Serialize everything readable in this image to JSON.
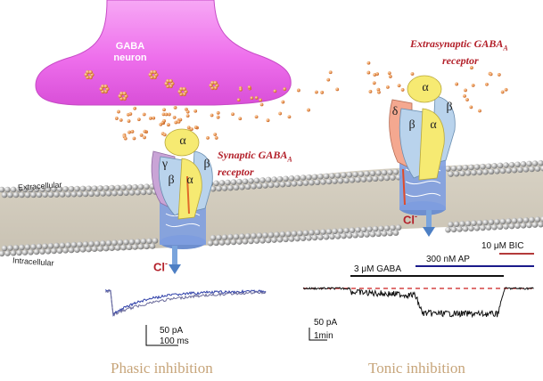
{
  "neuron": {
    "line1": "GABA",
    "line2": "neuron"
  },
  "synaptic_receptor": {
    "line1": "Synaptic GABA",
    "sub": "A",
    "line2": "receptor"
  },
  "extrasynaptic_receptor": {
    "line1": "Extrasynaptic GABA",
    "sub": "A",
    "line2": "receptor"
  },
  "synaptic_subunits": [
    "γ",
    "α",
    "β",
    "α",
    "β"
  ],
  "extrasynaptic_subunits": [
    "δ",
    "α",
    "β",
    "α",
    "β"
  ],
  "membrane": {
    "extracellular": "Extracellular",
    "intracellular": "Intracellular"
  },
  "ion": {
    "symbol": "Cl",
    "charge": "-"
  },
  "phasic": {
    "scale_current": "50 pA",
    "scale_time": "100 ms",
    "caption": "Phasic inhibition"
  },
  "tonic": {
    "gaba_bar": "3 μM GABA",
    "ap_bar": "300 nM AP",
    "bic_bar": "10 μM BIC",
    "scale_current": "50 pA",
    "scale_time": "1min",
    "caption": "Tonic inhibition"
  },
  "colors": {
    "neuron": "#ee77ee",
    "gaba_dot": "#e8904a",
    "subunit_gamma": "#c9a4d6",
    "subunit_alpha": "#f6ea72",
    "subunit_beta": "#b9d3ec",
    "subunit_delta": "#f4a890",
    "label_red": "#b3202a",
    "caption": "#c7a57a",
    "ap_bar": "#1a1a8a",
    "bic_bar": "#b33a3a"
  }
}
